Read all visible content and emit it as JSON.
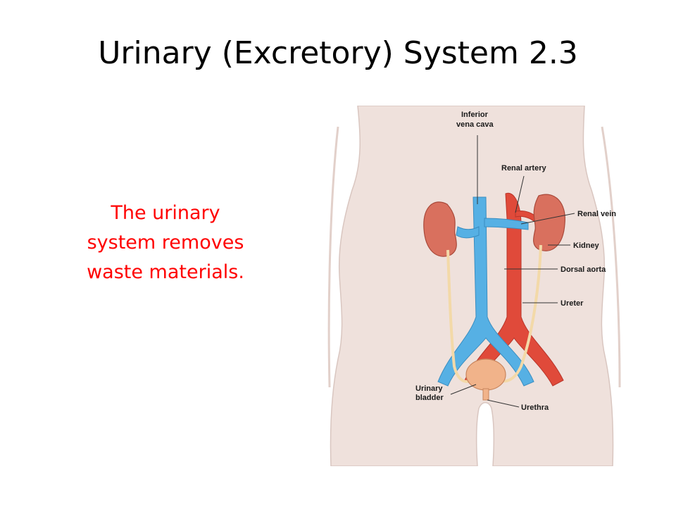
{
  "slide": {
    "title": "Urinary (Excretory) System 2.3",
    "body_lines": [
      "The urinary",
      "system removes",
      "waste materials."
    ]
  },
  "diagram": {
    "labels": {
      "vena_cava_line1": "Inferior",
      "vena_cava_line2": "vena cava",
      "renal_artery": "Renal artery",
      "renal_vein": "Renal vein",
      "kidney": "Kidney",
      "dorsal_aorta": "Dorsal aorta",
      "ureter": "Ureter",
      "bladder_line1": "Urinary",
      "bladder_line2": "bladder",
      "urethra": "Urethra"
    },
    "colors": {
      "skin": "#efe1dc",
      "skin_edge": "#d9c6c0",
      "artery": "#e04a3a",
      "vein": "#56b0e4",
      "kidney": "#d9705e",
      "ureter": "#f3d9a8",
      "bladder": "#f1b38a",
      "text": "#ff0000"
    }
  }
}
